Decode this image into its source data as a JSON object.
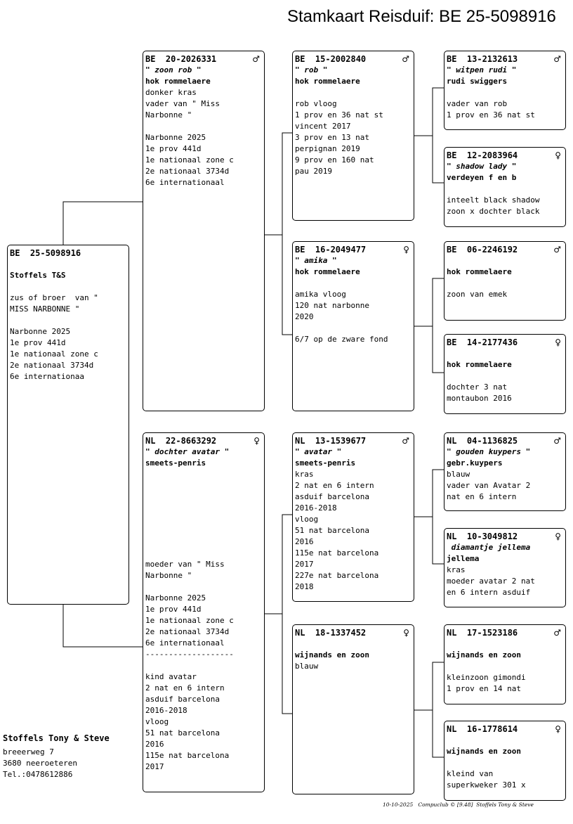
{
  "title": "Stamkaart Reisduif: BE  25-5098916",
  "male_symbol": "♂",
  "female_symbol": "♀",
  "pigeons": {
    "subject": {
      "ring": "BE  25-5098916",
      "sex": "",
      "lines": [
        {
          "t": "",
          "s": "n"
        },
        {
          "t": "Stoffels T&S",
          "s": "b"
        },
        {
          "t": "",
          "s": "n"
        },
        {
          "t": "zus of broer  van \"",
          "s": "n"
        },
        {
          "t": "MISS NARBONNE \"",
          "s": "n"
        },
        {
          "t": "",
          "s": "n"
        },
        {
          "t": "Narbonne 2025",
          "s": "n"
        },
        {
          "t": "1e prov 441d",
          "s": "n"
        },
        {
          "t": "1e nationaal zone c",
          "s": "n"
        },
        {
          "t": "2e nationaal 3734d",
          "s": "n"
        },
        {
          "t": "6e internationaa",
          "s": "n"
        }
      ]
    },
    "father": {
      "ring": "BE  20-2026331",
      "sex": "male",
      "lines": [
        {
          "t": "\" zoon rob \"",
          "s": "i"
        },
        {
          "t": "hok rommelaere",
          "s": "b"
        },
        {
          "t": "donker kras",
          "s": "n"
        },
        {
          "t": "vader van \" Miss",
          "s": "n"
        },
        {
          "t": "Narbonne \"",
          "s": "n"
        },
        {
          "t": "",
          "s": "n"
        },
        {
          "t": "Narbonne 2025",
          "s": "n"
        },
        {
          "t": "1e prov 441d",
          "s": "n"
        },
        {
          "t": "1e nationaal zone c",
          "s": "n"
        },
        {
          "t": "2e nationaal 3734d",
          "s": "n"
        },
        {
          "t": "6e internationaal",
          "s": "n"
        }
      ]
    },
    "mother": {
      "ring": "NL  22-8663292",
      "sex": "female",
      "lines": [
        {
          "t": "\" dochter avatar \"",
          "s": "i"
        },
        {
          "t": "smeets-penris",
          "s": "b"
        },
        {
          "t": "",
          "s": "n"
        },
        {
          "t": "",
          "s": "n"
        },
        {
          "t": "",
          "s": "n"
        },
        {
          "t": "",
          "s": "n"
        },
        {
          "t": "",
          "s": "n"
        },
        {
          "t": "",
          "s": "n"
        },
        {
          "t": "",
          "s": "n"
        },
        {
          "t": "",
          "s": "n"
        },
        {
          "t": "moeder van \" Miss",
          "s": "n"
        },
        {
          "t": "Narbonne \"",
          "s": "n"
        },
        {
          "t": "",
          "s": "n"
        },
        {
          "t": "Narbonne 2025",
          "s": "n"
        },
        {
          "t": "1e prov 441d",
          "s": "n"
        },
        {
          "t": "1e nationaal zone c",
          "s": "n"
        },
        {
          "t": "2e nationaal 3734d",
          "s": "n"
        },
        {
          "t": "6e internationaal",
          "s": "n"
        },
        {
          "t": "-------------------",
          "s": "n"
        },
        {
          "t": "",
          "s": "n"
        },
        {
          "t": "kind avatar",
          "s": "n"
        },
        {
          "t": "2 nat en 6 intern",
          "s": "n"
        },
        {
          "t": "asduif barcelona",
          "s": "n"
        },
        {
          "t": "2016-2018",
          "s": "n"
        },
        {
          "t": "vloog",
          "s": "n"
        },
        {
          "t": "51 nat barcelona",
          "s": "n"
        },
        {
          "t": "2016",
          "s": "n"
        },
        {
          "t": "115e nat barcelona",
          "s": "n"
        },
        {
          "t": "2017",
          "s": "n"
        }
      ]
    },
    "ff": {
      "ring": "BE  15-2002840",
      "sex": "male",
      "lines": [
        {
          "t": "\" rob \"",
          "s": "i"
        },
        {
          "t": "hok rommelaere",
          "s": "b"
        },
        {
          "t": "",
          "s": "n"
        },
        {
          "t": "rob vloog",
          "s": "n"
        },
        {
          "t": "1 prov en 36 nat st",
          "s": "n"
        },
        {
          "t": "vincent 2017",
          "s": "n"
        },
        {
          "t": "3 prov en 13 nat",
          "s": "n"
        },
        {
          "t": "perpignan 2019",
          "s": "n"
        },
        {
          "t": "9 prov en 160 nat",
          "s": "n"
        },
        {
          "t": "pau 2019",
          "s": "n"
        }
      ]
    },
    "fm": {
      "ring": "BE  16-2049477",
      "sex": "female",
      "lines": [
        {
          "t": "\" amika \"",
          "s": "i"
        },
        {
          "t": "hok rommelaere",
          "s": "b"
        },
        {
          "t": "",
          "s": "n"
        },
        {
          "t": "amika vloog",
          "s": "n"
        },
        {
          "t": "120 nat narbonne",
          "s": "n"
        },
        {
          "t": "2020",
          "s": "n"
        },
        {
          "t": "",
          "s": "n"
        },
        {
          "t": "6/7 op de zware fond",
          "s": "n"
        }
      ]
    },
    "mf": {
      "ring": "NL  13-1539677",
      "sex": "male",
      "lines": [
        {
          "t": "\" avatar \"",
          "s": "i"
        },
        {
          "t": "smeets-penris",
          "s": "b"
        },
        {
          "t": "kras",
          "s": "n"
        },
        {
          "t": "2 nat en 6 intern",
          "s": "n"
        },
        {
          "t": "asduif barcelona",
          "s": "n"
        },
        {
          "t": "2016-2018",
          "s": "n"
        },
        {
          "t": "vloog",
          "s": "n"
        },
        {
          "t": "51 nat barcelona",
          "s": "n"
        },
        {
          "t": "2016",
          "s": "n"
        },
        {
          "t": "115e nat barcelona",
          "s": "n"
        },
        {
          "t": "2017",
          "s": "n"
        },
        {
          "t": "227e nat barcelona",
          "s": "n"
        },
        {
          "t": "2018",
          "s": "n"
        }
      ]
    },
    "mm": {
      "ring": "NL  18-1337452",
      "sex": "female",
      "lines": [
        {
          "t": "",
          "s": "n"
        },
        {
          "t": "wijnands en zoon",
          "s": "b"
        },
        {
          "t": "blauw",
          "s": "n"
        }
      ]
    },
    "fff": {
      "ring": "BE  13-2132613",
      "sex": "male",
      "lines": [
        {
          "t": "\" witpen rudi \"",
          "s": "i"
        },
        {
          "t": "rudi swiggers",
          "s": "b"
        },
        {
          "t": "",
          "s": "n"
        },
        {
          "t": "vader van rob",
          "s": "n"
        },
        {
          "t": "1 prov en 36 nat st",
          "s": "n"
        }
      ]
    },
    "ffm": {
      "ring": "BE  12-2083964",
      "sex": "female",
      "lines": [
        {
          "t": "\" shadow lady \"",
          "s": "i"
        },
        {
          "t": "verdeyen f en b",
          "s": "b"
        },
        {
          "t": "",
          "s": "n"
        },
        {
          "t": "inteelt black shadow",
          "s": "n"
        },
        {
          "t": "zoon x dochter black",
          "s": "n"
        }
      ]
    },
    "fmf": {
      "ring": "BE  06-2246192",
      "sex": "male",
      "lines": [
        {
          "t": "",
          "s": "n"
        },
        {
          "t": "hok rommelaere",
          "s": "b"
        },
        {
          "t": "",
          "s": "n"
        },
        {
          "t": "zoon van emek",
          "s": "n"
        }
      ]
    },
    "fmm": {
      "ring": "BE  14-2177436",
      "sex": "female",
      "lines": [
        {
          "t": "",
          "s": "n"
        },
        {
          "t": "hok rommelaere",
          "s": "b"
        },
        {
          "t": "",
          "s": "n"
        },
        {
          "t": "dochter 3 nat",
          "s": "n"
        },
        {
          "t": "montaubon 2016",
          "s": "n"
        }
      ]
    },
    "mff": {
      "ring": "NL  04-1136825",
      "sex": "male",
      "lines": [
        {
          "t": "\" gouden kuypers \"",
          "s": "i"
        },
        {
          "t": "gebr.kuypers",
          "s": "b"
        },
        {
          "t": "blauw",
          "s": "n"
        },
        {
          "t": "vader van Avatar 2",
          "s": "n"
        },
        {
          "t": "nat en 6 intern",
          "s": "n"
        }
      ]
    },
    "mfm": {
      "ring": "NL  10-3049812",
      "sex": "female",
      "lines": [
        {
          "t": " diamantje jellema",
          "s": "i"
        },
        {
          "t": "jellema",
          "s": "b"
        },
        {
          "t": "kras",
          "s": "n"
        },
        {
          "t": "moeder avatar 2 nat",
          "s": "n"
        },
        {
          "t": "en 6 intern asduif",
          "s": "n"
        }
      ]
    },
    "mmf": {
      "ring": "NL  17-1523186",
      "sex": "male",
      "lines": [
        {
          "t": "",
          "s": "n"
        },
        {
          "t": "wijnands en zoon",
          "s": "b"
        },
        {
          "t": "",
          "s": "n"
        },
        {
          "t": "kleinzoon gimondi",
          "s": "n"
        },
        {
          "t": "1 prov en 14 nat",
          "s": "n"
        }
      ]
    },
    "mmm": {
      "ring": "NL  16-1778614",
      "sex": "female",
      "lines": [
        {
          "t": "",
          "s": "n"
        },
        {
          "t": "wijnands en zoon",
          "s": "b"
        },
        {
          "t": "",
          "s": "n"
        },
        {
          "t": "kleind van",
          "s": "n"
        },
        {
          "t": "superkweker 301 x",
          "s": "n"
        }
      ]
    }
  },
  "breeder": {
    "name": "Stoffels Tony & Steve",
    "street": "breeerweg 7",
    "city": "3680  neeroeteren",
    "phone": "Tel.:0478612886"
  },
  "footer": "10-10-2025   Compuclub © [9.48]  Stoffels Tony & Steve"
}
